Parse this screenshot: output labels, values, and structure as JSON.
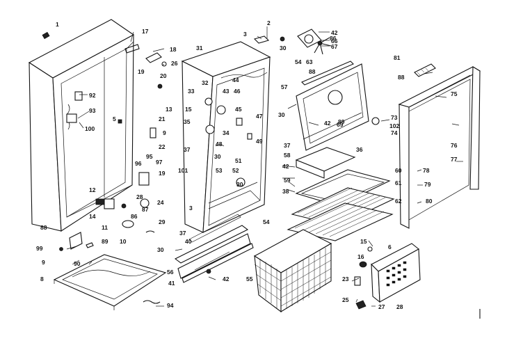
{
  "diagram": {
    "labels": [
      {
        "id": "p1",
        "text": "1"
      },
      {
        "id": "p2",
        "text": "2"
      },
      {
        "id": "p3",
        "text": "3"
      },
      {
        "id": "p3b",
        "text": "3"
      },
      {
        "id": "p5",
        "text": "5"
      },
      {
        "id": "p6",
        "text": "6"
      },
      {
        "id": "p8",
        "text": "8"
      },
      {
        "id": "p9",
        "text": "9"
      },
      {
        "id": "p9b",
        "text": "9"
      },
      {
        "id": "p10",
        "text": "10"
      },
      {
        "id": "p11",
        "text": "11"
      },
      {
        "id": "p12",
        "text": "12"
      },
      {
        "id": "p13",
        "text": "13"
      },
      {
        "id": "p14",
        "text": "14"
      },
      {
        "id": "p15",
        "text": "15"
      },
      {
        "id": "p15b",
        "text": "15"
      },
      {
        "id": "p16",
        "text": "16"
      },
      {
        "id": "p17",
        "text": "17"
      },
      {
        "id": "p18",
        "text": "18"
      },
      {
        "id": "p19",
        "text": "19"
      },
      {
        "id": "p19b",
        "text": "19"
      },
      {
        "id": "p20",
        "text": "20"
      },
      {
        "id": "p21",
        "text": "21"
      },
      {
        "id": "p22",
        "text": "22"
      },
      {
        "id": "p23",
        "text": "23"
      },
      {
        "id": "p24",
        "text": "24"
      },
      {
        "id": "p25",
        "text": "25"
      },
      {
        "id": "p26",
        "text": "26"
      },
      {
        "id": "p27",
        "text": "27"
      },
      {
        "id": "p28",
        "text": "28"
      },
      {
        "id": "p28b",
        "text": "28"
      },
      {
        "id": "p29",
        "text": "29"
      },
      {
        "id": "p30",
        "text": "30"
      },
      {
        "id": "p30b",
        "text": "30"
      },
      {
        "id": "p30c",
        "text": "30"
      },
      {
        "id": "p30d",
        "text": "30"
      },
      {
        "id": "p30e",
        "text": "30"
      },
      {
        "id": "p31",
        "text": "31"
      },
      {
        "id": "p32",
        "text": "32"
      },
      {
        "id": "p33",
        "text": "33"
      },
      {
        "id": "p34",
        "text": "34"
      },
      {
        "id": "p35",
        "text": "35"
      },
      {
        "id": "p36",
        "text": "36"
      },
      {
        "id": "p37",
        "text": "37"
      },
      {
        "id": "p37b",
        "text": "37"
      },
      {
        "id": "p37c",
        "text": "37"
      },
      {
        "id": "p38",
        "text": "38"
      },
      {
        "id": "p40",
        "text": "40"
      },
      {
        "id": "p41",
        "text": "41"
      },
      {
        "id": "p42",
        "text": "42"
      },
      {
        "id": "p42b",
        "text": "42"
      },
      {
        "id": "p42c",
        "text": "42"
      },
      {
        "id": "p42d",
        "text": "42"
      },
      {
        "id": "p43",
        "text": "43"
      },
      {
        "id": "p44",
        "text": "44"
      },
      {
        "id": "p45",
        "text": "45"
      },
      {
        "id": "p46",
        "text": "46"
      },
      {
        "id": "p47",
        "text": "47"
      },
      {
        "id": "p48",
        "text": "48"
      },
      {
        "id": "p49",
        "text": "49"
      },
      {
        "id": "p51",
        "text": "51"
      },
      {
        "id": "p52",
        "text": "52"
      },
      {
        "id": "p53",
        "text": "53"
      },
      {
        "id": "p54",
        "text": "54"
      },
      {
        "id": "p54b",
        "text": "54"
      },
      {
        "id": "p55",
        "text": "55"
      },
      {
        "id": "p56",
        "text": "56"
      },
      {
        "id": "p57",
        "text": "57"
      },
      {
        "id": "p58",
        "text": "58"
      },
      {
        "id": "p59",
        "text": "59"
      },
      {
        "id": "p60",
        "text": "60"
      },
      {
        "id": "p61",
        "text": "61"
      },
      {
        "id": "p62",
        "text": "62"
      },
      {
        "id": "p63",
        "text": "63"
      },
      {
        "id": "p66",
        "text": "66"
      },
      {
        "id": "p67",
        "text": "67"
      },
      {
        "id": "p69",
        "text": "69"
      },
      {
        "id": "p73",
        "text": "73"
      },
      {
        "id": "p74",
        "text": "74"
      },
      {
        "id": "p75",
        "text": "75"
      },
      {
        "id": "p76",
        "text": "76"
      },
      {
        "id": "p77",
        "text": "77"
      },
      {
        "id": "p78",
        "text": "78"
      },
      {
        "id": "p79",
        "text": "79"
      },
      {
        "id": "p80",
        "text": "80"
      },
      {
        "id": "p81",
        "text": "81"
      },
      {
        "id": "p86",
        "text": "86"
      },
      {
        "id": "p86b",
        "text": "86"
      },
      {
        "id": "p87",
        "text": "87"
      },
      {
        "id": "p88",
        "text": "88"
      },
      {
        "id": "p88b",
        "text": "88"
      },
      {
        "id": "p88c",
        "text": "88"
      },
      {
        "id": "p89",
        "text": "89"
      },
      {
        "id": "p89b",
        "text": "89"
      },
      {
        "id": "p90",
        "text": "90"
      },
      {
        "id": "p92",
        "text": "92"
      },
      {
        "id": "p93",
        "text": "93"
      },
      {
        "id": "p94",
        "text": "94"
      },
      {
        "id": "p95",
        "text": "95"
      },
      {
        "id": "p96",
        "text": "96"
      },
      {
        "id": "p97",
        "text": "97"
      },
      {
        "id": "p99",
        "text": "99"
      },
      {
        "id": "p100",
        "text": "100"
      },
      {
        "id": "p101",
        "text": "101"
      },
      {
        "id": "p102",
        "text": "102"
      }
    ]
  }
}
